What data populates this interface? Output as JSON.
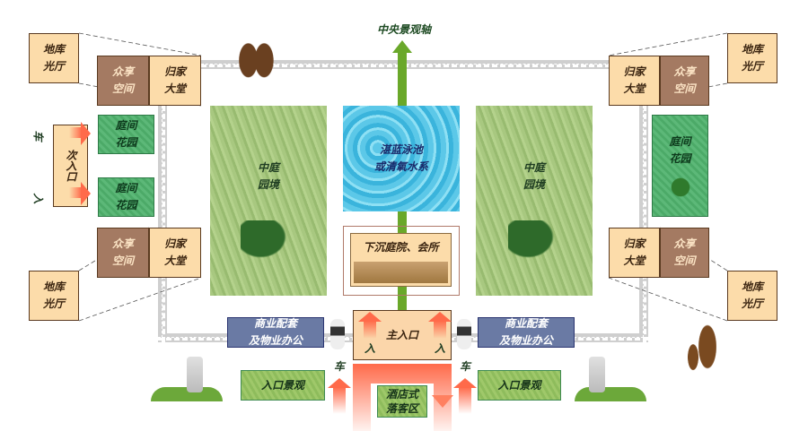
{
  "axis_label": "中央景观轴",
  "garage_hall": "地库\n光厅",
  "shared_space": "众享\n空间",
  "home_lobby": "归家\n大堂",
  "courtyard_garden": "庭间\n花园",
  "secondary_entrance": "次入口",
  "car": "车",
  "person": "入",
  "central_garden": "中庭\n园境",
  "pool": "湛蓝泳池\n或清氧水系",
  "sunken_court": "下沉庭院、会所",
  "main_entrance": "主入口",
  "commercial": "商业配套\n及物业办公",
  "entry_landscape": "入口景观",
  "hotel_dropoff": "酒店式\n落客区",
  "colors": {
    "road": "#cfcfcf",
    "brown": "#a47a62",
    "beige": "#fcdcaa",
    "garden": "#5cb878",
    "blue": "#6a7aa4",
    "arrow": "#ff6a4a",
    "axis": "#6aa82a"
  }
}
